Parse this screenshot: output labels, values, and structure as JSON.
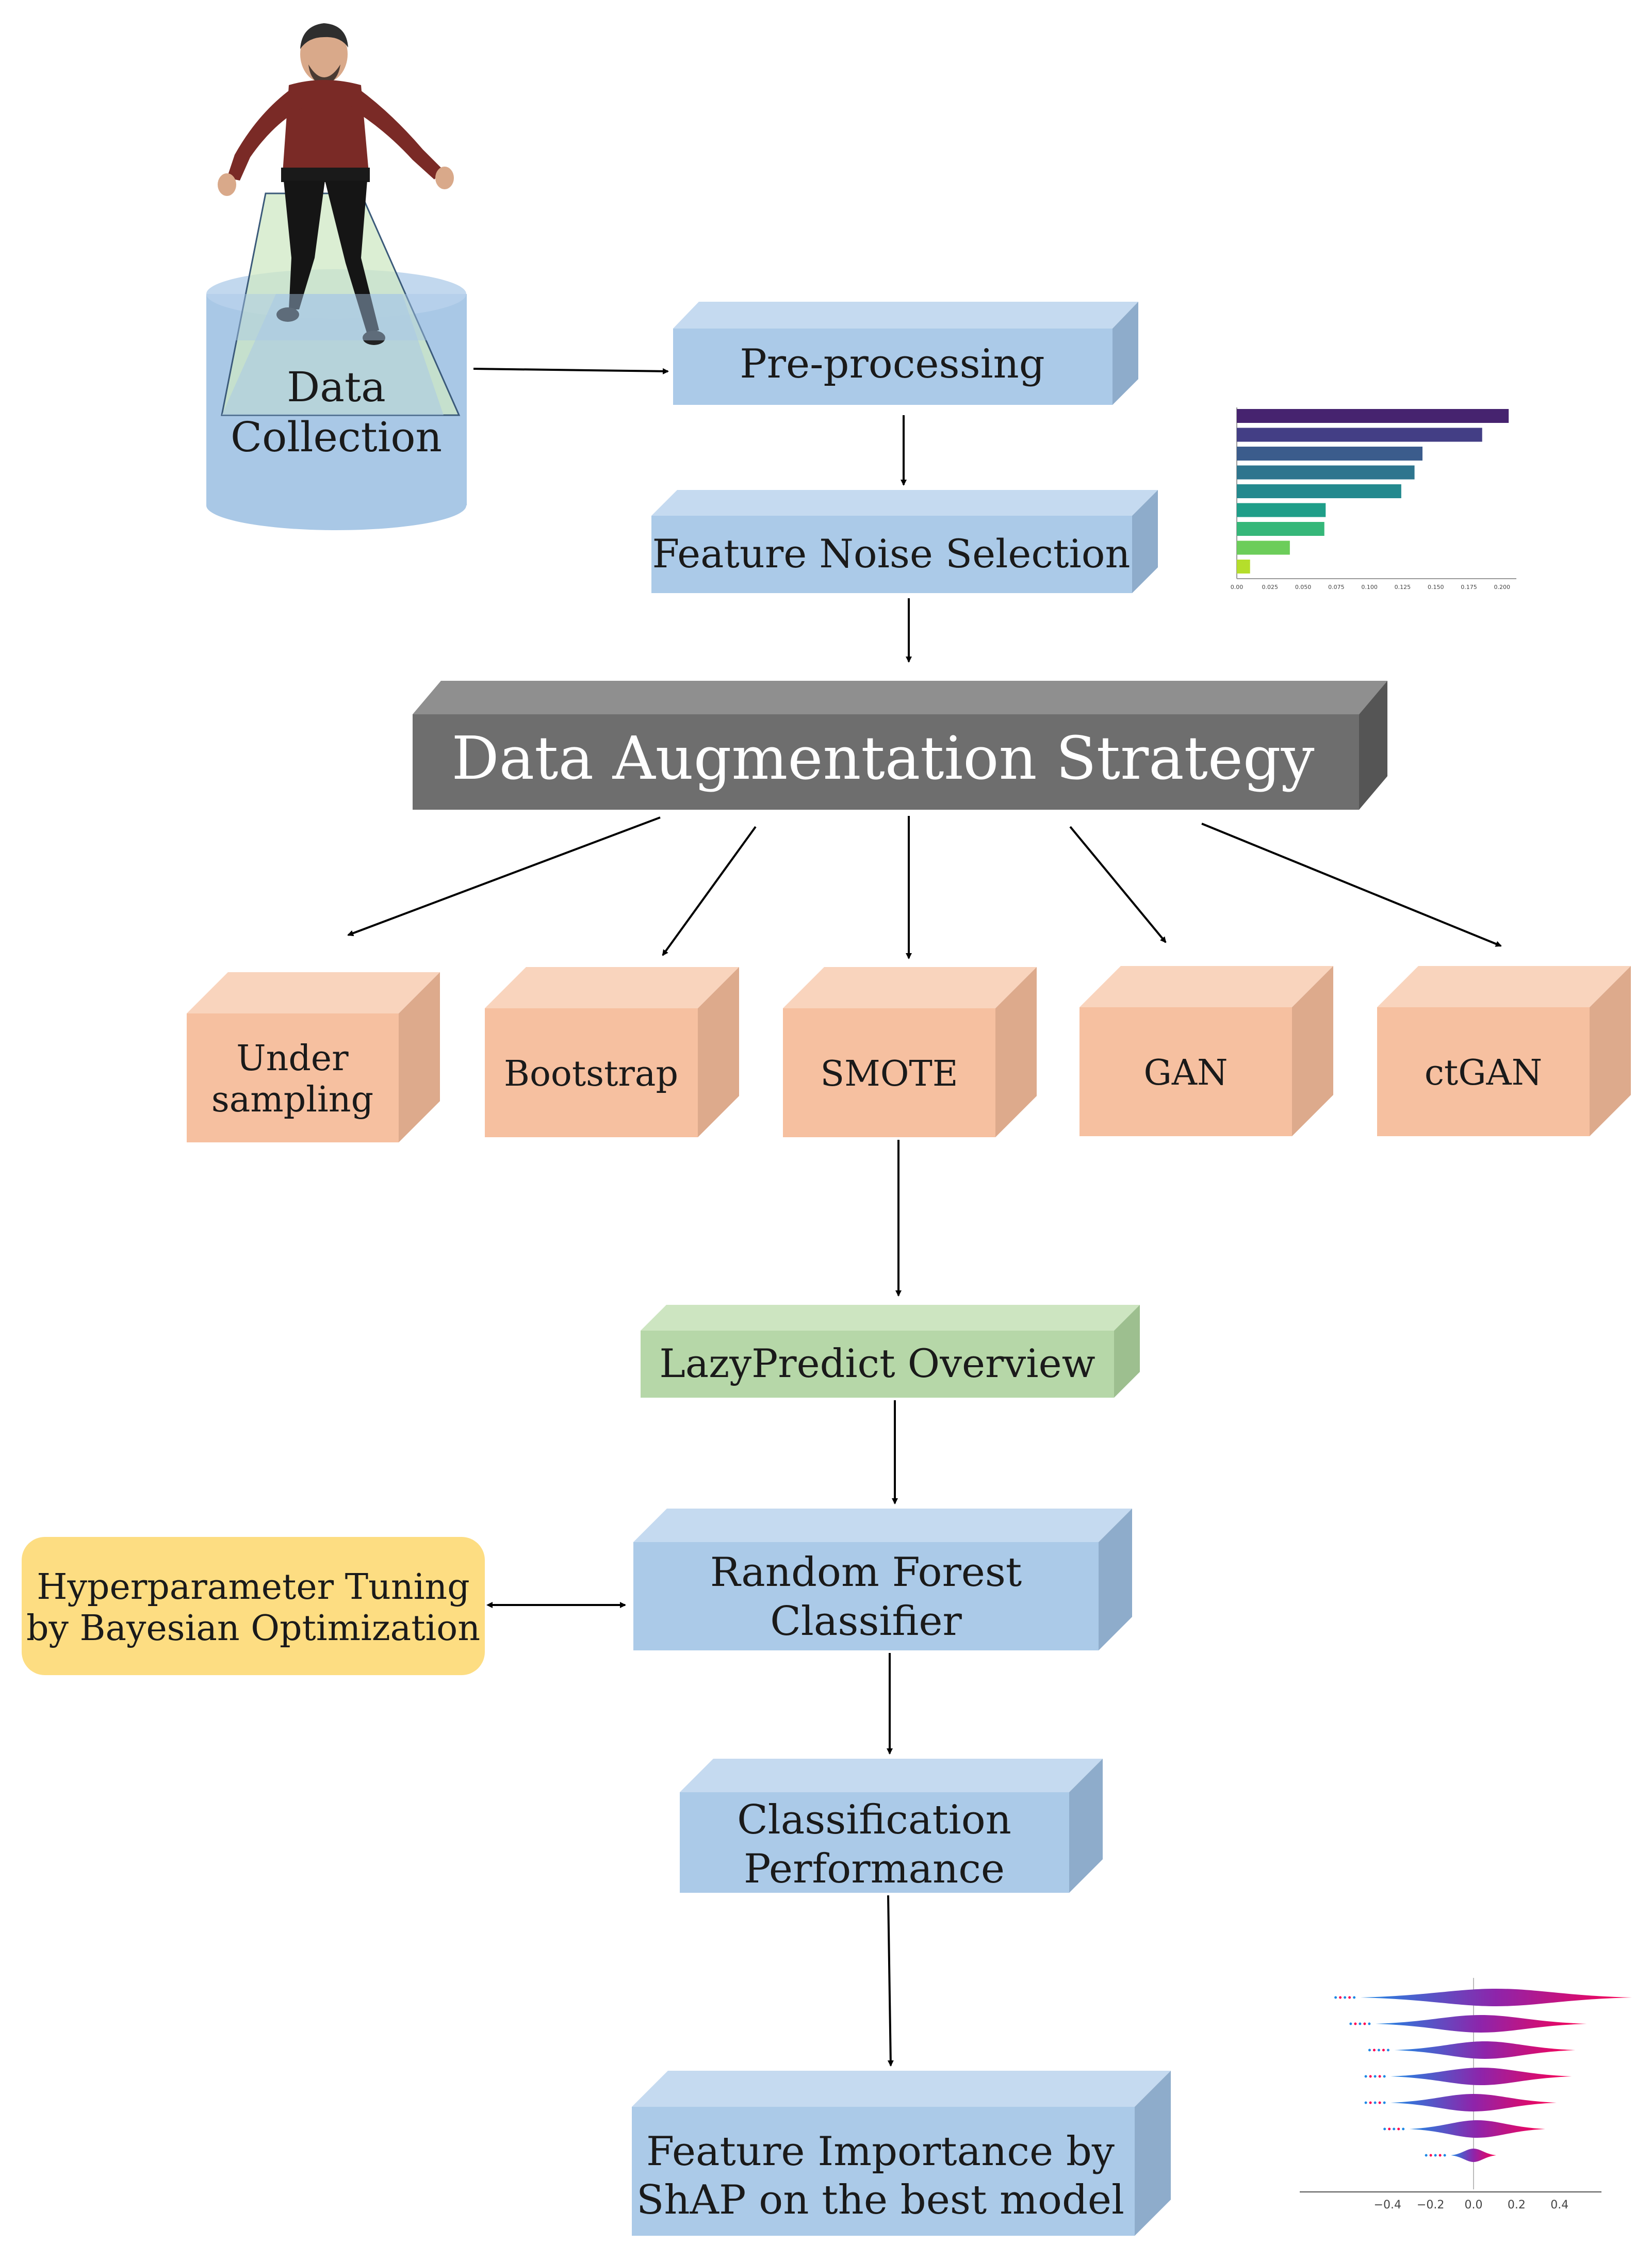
{
  "colors": {
    "blue_front": "#abcae8",
    "blue_top": "#c5daf0",
    "blue_side": "#8eaccb",
    "orange_front": "#f6c0a0",
    "orange_top": "#f9d4bd",
    "orange_side": "#ddaa8c",
    "green_front": "#b6d7a8",
    "green_top": "#cde5c1",
    "green_side": "#9dbf8f",
    "gray_front": "#6e6e6e",
    "gray_top": "#8f8f8f",
    "gray_side": "#555555",
    "yellow_box": "#fddd82",
    "cylinder": "#a9c8e6",
    "arrow": "#000000"
  },
  "nodes": {
    "data_collection": [
      "Data",
      "Collection"
    ],
    "preprocessing": "Pre-processing",
    "feature_noise": "Feature Noise Selection",
    "augmentation": "Data Augmentation Strategy",
    "under_sampling": [
      "Under",
      "sampling"
    ],
    "bootstrap": "Bootstrap",
    "smote": "SMOTE",
    "gan": "GAN",
    "ctgan": "ctGAN",
    "lazypredict": "LazyPredict Overview",
    "random_forest": [
      "Random Forest",
      "Classifier"
    ],
    "hyperparameter": [
      "Hyperparameter Tuning",
      "by Bayesian Optimization"
    ],
    "classification": [
      "Classification",
      "Performance"
    ],
    "feature_importance": [
      "Feature Importance by",
      "ShAP on the best model"
    ]
  },
  "chart_data": [
    {
      "type": "bar",
      "orientation": "horizontal",
      "values": [
        0.205,
        0.185,
        0.14,
        0.134,
        0.124,
        0.067,
        0.066,
        0.04,
        0.01
      ],
      "colors": [
        "#46236f",
        "#433e85",
        "#3b5c8c",
        "#2e758e",
        "#23898e",
        "#1f9e89",
        "#35b779",
        "#6ccd5a",
        "#b5de2b"
      ],
      "x_ticks": [
        "0.00",
        "0.025",
        "0.050",
        "0.075",
        "0.100",
        "0.125",
        "0.150",
        "0.175",
        "0.200"
      ]
    },
    {
      "type": "violin",
      "x_ticks": [
        "−0.4",
        "−0.2",
        "0.0",
        "0.2",
        "0.4"
      ],
      "series": [
        {
          "center": 0.06,
          "spread": 0.36
        },
        {
          "center": 0.02,
          "spread": 0.28
        },
        {
          "center": 0.03,
          "spread": 0.24
        },
        {
          "center": 0.02,
          "spread": 0.24
        },
        {
          "center": 0.0,
          "spread": 0.22
        },
        {
          "center": 0.01,
          "spread": 0.18
        },
        {
          "center": 0.0,
          "spread": 0.06
        }
      ]
    }
  ]
}
